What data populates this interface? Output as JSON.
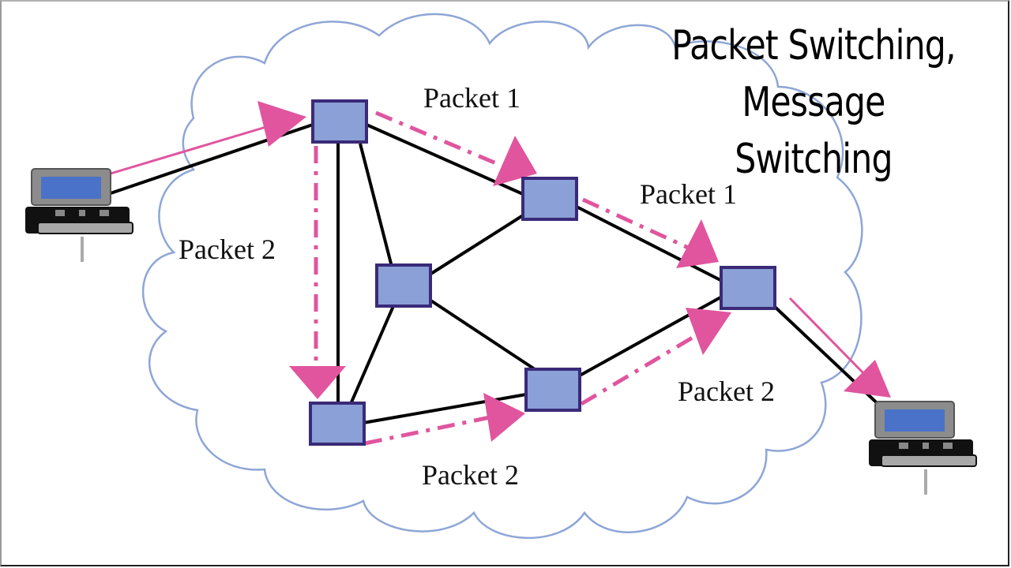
{
  "title": {
    "lines": [
      "Packet Switching,",
      "Message",
      "Switching"
    ]
  },
  "colors": {
    "cloud_outline": "#8ea6d6",
    "node_fill": "#8aa0d6",
    "node_border": "#3a2a78",
    "link": "#000000",
    "packet_path": "#e0559e",
    "screen": "#4a72c8"
  },
  "labels": {
    "packet1_top": "Packet 1",
    "packet1_right": "Packet 1",
    "packet2_left": "Packet 2",
    "packet2_bottom": "Packet 2",
    "packet2_right": "Packet 2"
  },
  "nodes": [
    {
      "id": "A",
      "role": "ingress-switch"
    },
    {
      "id": "B",
      "role": "switch"
    },
    {
      "id": "C",
      "role": "switch"
    },
    {
      "id": "D",
      "role": "egress-switch"
    },
    {
      "id": "E",
      "role": "switch"
    },
    {
      "id": "F",
      "role": "switch"
    }
  ],
  "hosts": [
    {
      "id": "source",
      "icon": "computer-icon"
    },
    {
      "id": "destination",
      "icon": "computer-icon"
    }
  ],
  "packet_routes": [
    {
      "packet": "Packet 1",
      "path": [
        "source",
        "A",
        "B",
        "D",
        "destination"
      ]
    },
    {
      "packet": "Packet 2",
      "path": [
        "source",
        "A",
        "E",
        "F",
        "D",
        "destination"
      ]
    }
  ]
}
